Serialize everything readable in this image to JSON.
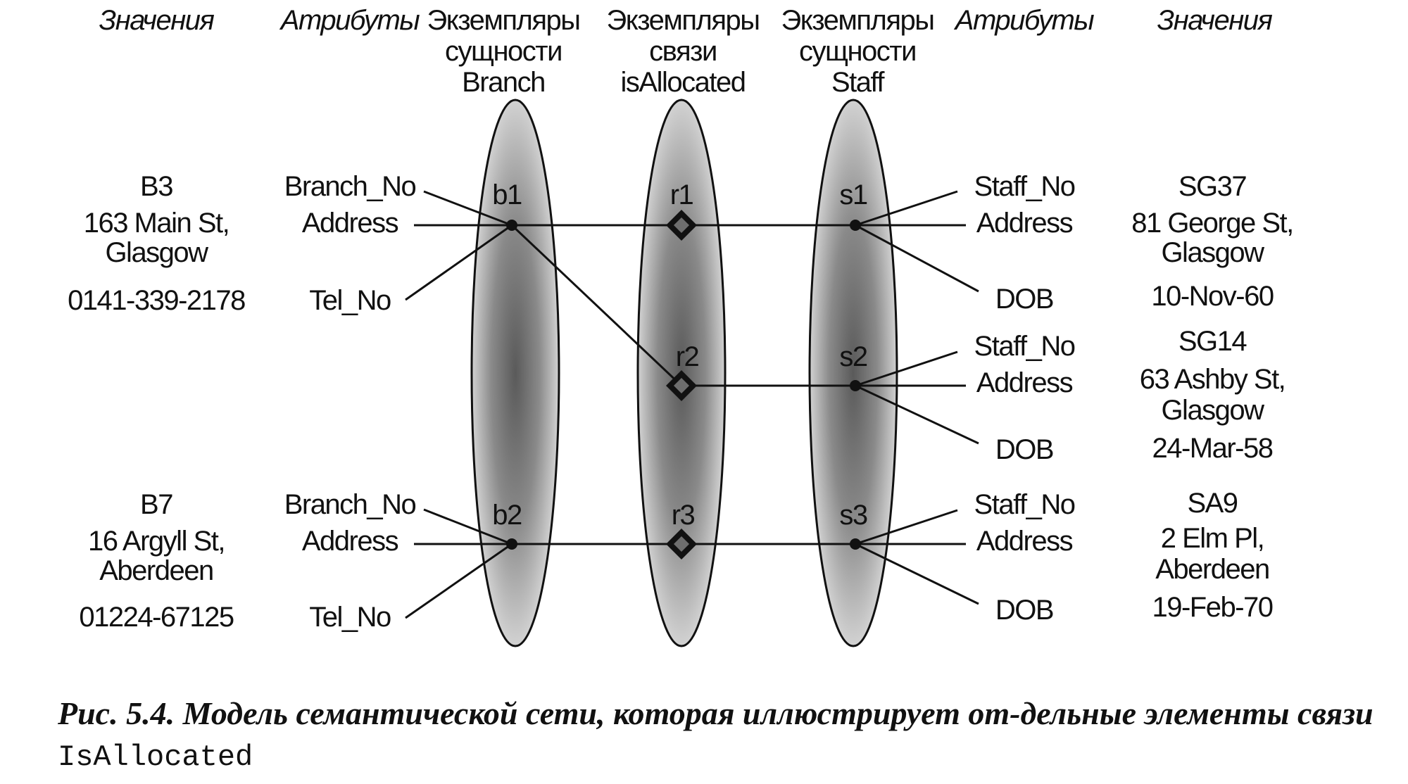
{
  "headers": {
    "values_left": "Значения",
    "attrs_left": "Атрибуты",
    "branch_col": [
      "Экземпляры",
      "сущности",
      "Branch"
    ],
    "rel_col": [
      "Экземпляры",
      "связи",
      "isAllocated"
    ],
    "staff_col": [
      "Экземпляры",
      "сущности",
      "Staff"
    ],
    "attrs_right": "Атрибуты",
    "values_right": "Значения"
  },
  "branch_nodes": [
    {
      "id": "b1",
      "attributes": [
        "Branch_No",
        "Address",
        "Tel_No"
      ],
      "values": [
        "B3",
        "163 Main St,",
        "Glasgow",
        "0141-339-2178"
      ]
    },
    {
      "id": "b2",
      "attributes": [
        "Branch_No",
        "Address",
        "Tel_No"
      ],
      "values": [
        "B7",
        "16 Argyll St,",
        "Aberdeen",
        "01224-67125"
      ]
    }
  ],
  "relationship_nodes": [
    "r1",
    "r2",
    "r3"
  ],
  "staff_nodes": [
    {
      "id": "s1",
      "attributes": [
        "Staff_No",
        "Address",
        "DOB"
      ],
      "values": [
        "SG37",
        "81 George St,",
        "Glasgow",
        "10-Nov-60"
      ]
    },
    {
      "id": "s2",
      "attributes": [
        "Staff_No",
        "Address",
        "DOB"
      ],
      "values": [
        "SG14",
        "63 Ashby St,",
        "Glasgow",
        "24-Mar-58"
      ]
    },
    {
      "id": "s3",
      "attributes": [
        "Staff_No",
        "Address",
        "DOB"
      ],
      "values": [
        "SA9",
        "2 Elm Pl,",
        "Aberdeen",
        "19-Feb-70"
      ]
    }
  ],
  "links": [
    {
      "from": "b1",
      "via": "r1",
      "to": "s1"
    },
    {
      "from": "b1",
      "via": "r2",
      "to": "s2"
    },
    {
      "from": "b2",
      "via": "r3",
      "to": "s3"
    }
  ],
  "caption": {
    "text": "Рис. 5.4. Модель семантической сети, которая иллюстрирует от-дельные элементы связи ",
    "code": "IsAllocated"
  }
}
